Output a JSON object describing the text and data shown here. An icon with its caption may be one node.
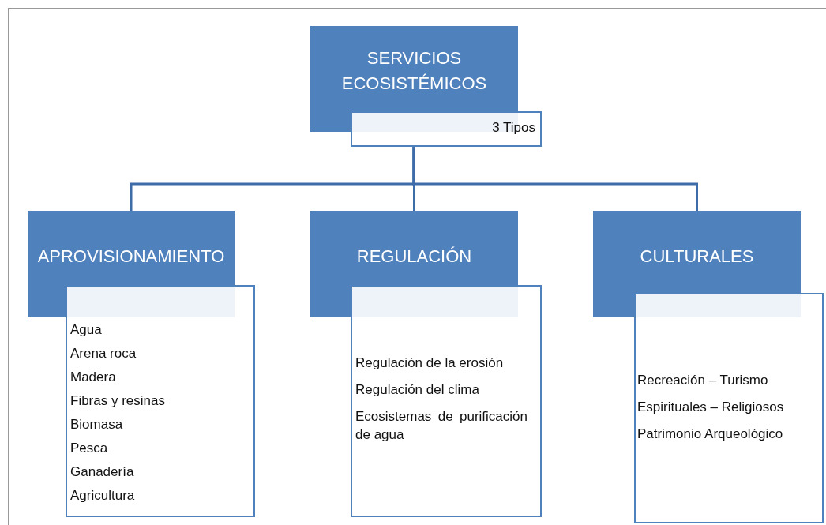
{
  "diagram": {
    "nodes": [
      {
        "text": [
          "SERVICIOS ECOSISTÉMICOS"
        ]
      },
      {
        "text": [
          "3 Tipos"
        ]
      },
      {
        "text": [
          "APROVISIONAMIENTO"
        ]
      },
      {
        "text": [
          "Agua",
          "Arena roca",
          "Madera",
          "Fibras y resinas",
          "Biomasa",
          "Pesca",
          "Ganadería",
          "Agricultura"
        ]
      },
      {
        "text": [
          "REGULACIÓN"
        ]
      },
      {
        "text": [
          "Regulación de la erosión",
          "Regulación del clima",
          "Ecosistemas de purificación de agua"
        ]
      },
      {
        "text": [
          "CULTURALES"
        ]
      },
      {
        "text": [
          "Recreación – Turismo",
          "Espirituales – Religiosos",
          "Patrimonio Arqueológico"
        ]
      }
    ],
    "edges": [
      {
        "from": 1,
        "to": 2,
        "arrow": "none"
      },
      {
        "from": 1,
        "to": 4,
        "arrow": "none"
      },
      {
        "from": 1,
        "to": 6,
        "arrow": "none"
      }
    ]
  }
}
